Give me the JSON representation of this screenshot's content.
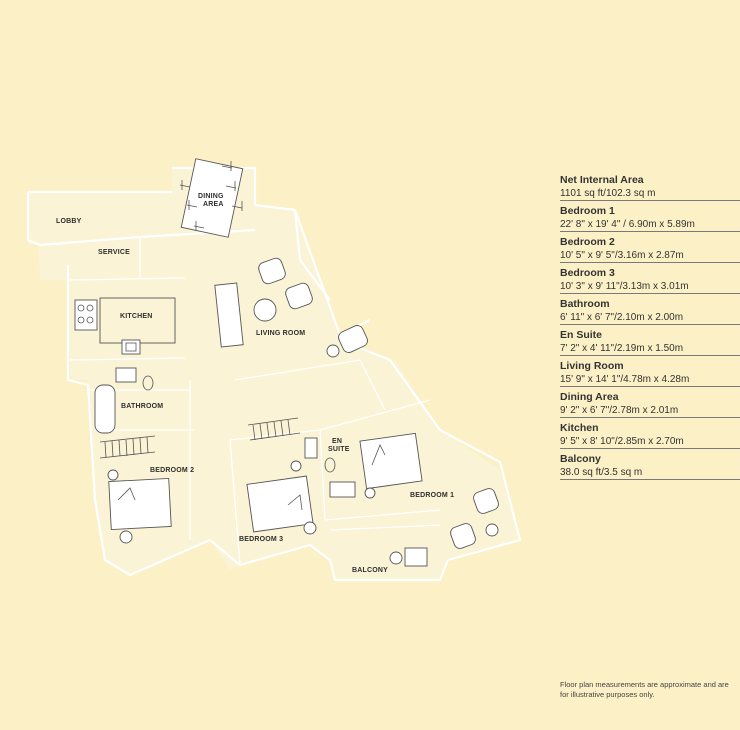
{
  "rooms": [
    {
      "name": "Net Internal Area",
      "value": "1101 sq ft/102.3 sq m"
    },
    {
      "name": "Bedroom 1",
      "value": "22' 8\" x 19' 4\" / 6.90m x 5.89m"
    },
    {
      "name": "Bedroom 2",
      "value": "10' 5\" x 9' 5\"/3.16m x 2.87m"
    },
    {
      "name": "Bedroom 3",
      "value": "10' 3\" x 9' 11\"/3.13m x 3.01m"
    },
    {
      "name": "Bathroom",
      "value": "6' 11\" x 6' 7\"/2.10m x 2.00m"
    },
    {
      "name": "En Suite",
      "value": "7' 2\" x 4' 11\"/2.19m x 1.50m"
    },
    {
      "name": "Living Room",
      "value": "15' 9\" x 14' 1\"/4.78m x 4.28m"
    },
    {
      "name": "Dining Area",
      "value": "9' 2\" x 6' 7\"/2.78m x 2.01m"
    },
    {
      "name": "Kitchen",
      "value": "9' 5\" x 8' 10\"/2.85m x 2.70m"
    },
    {
      "name": "Balcony",
      "value": "38.0 sq ft/3.5 sq m"
    }
  ],
  "plan_labels": {
    "dining_1": "DINING",
    "dining_2": "AREA",
    "lobby": "LOBBY",
    "service": "SERVICE",
    "kitchen": "KITCHEN",
    "living": "LIVING ROOM",
    "bathroom": "BATHROOM",
    "ensuite_1": "EN",
    "ensuite_2": "SUITE",
    "bedroom1": "BEDROOM 1",
    "bedroom2": "BEDROOM 2",
    "bedroom3": "BEDROOM 3",
    "balcony": "BALCONY"
  },
  "disclaimer": "Floor plan measurements are approximate and are for illustrative purposes only.",
  "colors": {
    "background": "#fcf0c6",
    "floor": "#fbf3d6",
    "walls": "#ffffff",
    "text": "#333333",
    "divider": "#7a7a7a"
  }
}
